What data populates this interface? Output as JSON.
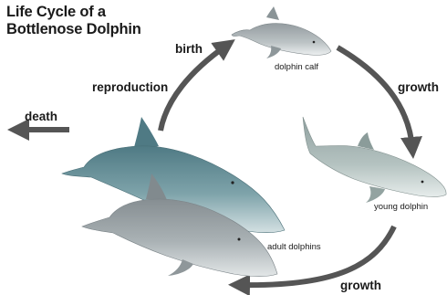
{
  "title_line1": "Life Cycle of a",
  "title_line2": "Bottlenose Dolphin",
  "labels": {
    "birth": "birth",
    "growth_top": "growth",
    "growth_bottom": "growth",
    "reproduction": "reproduction",
    "death": "death"
  },
  "captions": {
    "calf": "dolphin calf",
    "young": "young dolphin",
    "adults": "adult dolphins"
  },
  "colors": {
    "arrow": "#555555",
    "text": "#1a1a1a",
    "adult_dark": "#5f8891",
    "adult_gray": "#9aa3a6",
    "young": "#a7b5b3",
    "calf": "#aab2b5"
  }
}
